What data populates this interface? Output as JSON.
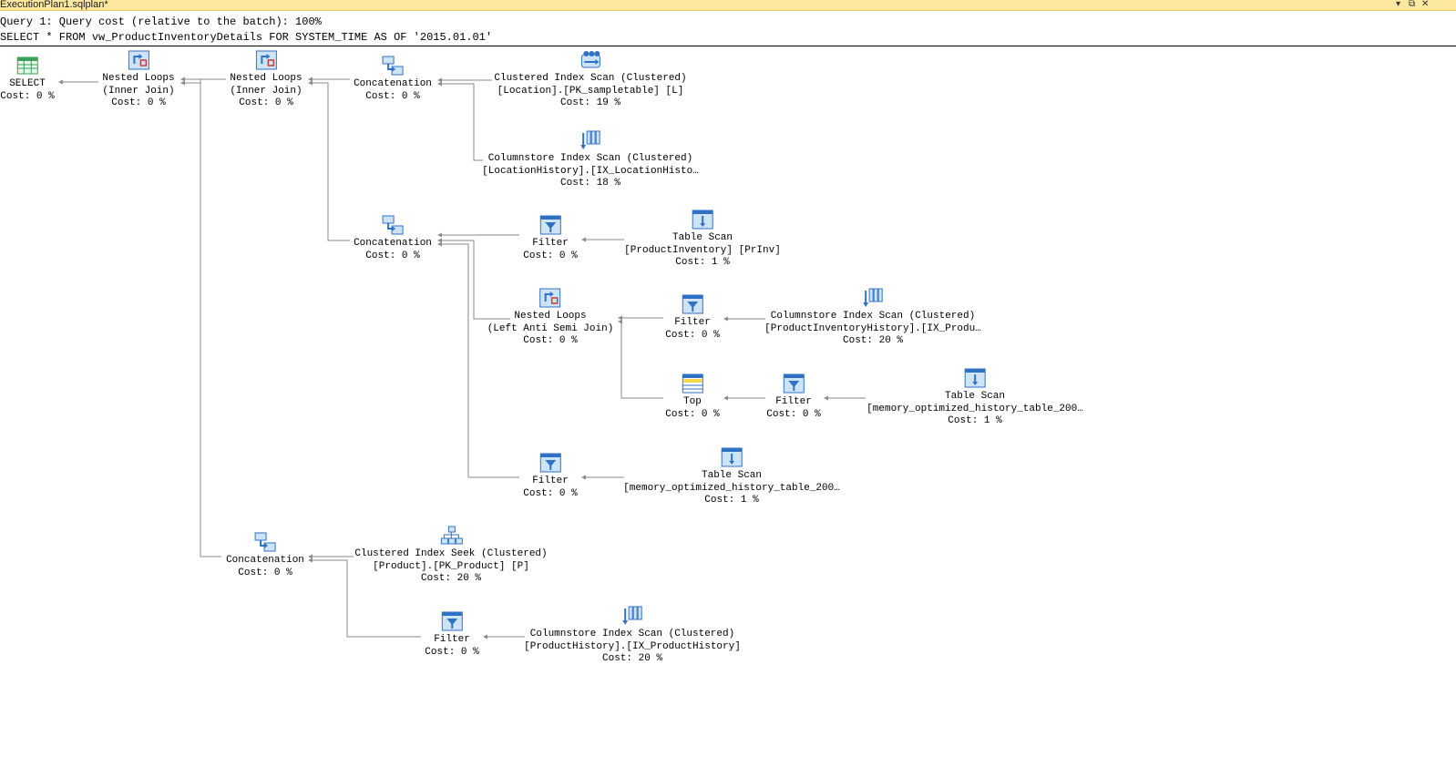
{
  "window": {
    "title": "ExecutionPlan1.sqlplan*",
    "pin_glyph": "▾",
    "float_glyph": "⧉",
    "close_glyph": "✕"
  },
  "query": {
    "cost_line": "Query 1: Query cost (relative to the batch): 100%",
    "sql_line": "SELECT * FROM vw_ProductInventoryDetails FOR SYSTEM_TIME AS OF '2015.01.01'"
  },
  "colors": {
    "icon_blue": "#2f72c4",
    "icon_light": "#cfe3f7",
    "select_green": "#3aa05a",
    "top_yellow": "#f3d94a",
    "edge": "#8a8a8a"
  },
  "nodes": [
    {
      "id": "select",
      "icon": "select-icon",
      "lines": [
        "SELECT",
        "Cost: 0 %"
      ]
    },
    {
      "id": "nl1",
      "icon": "nested-loops-icon",
      "lines": [
        "Nested Loops",
        "(Inner Join)",
        "Cost: 0 %"
      ]
    },
    {
      "id": "nl2",
      "icon": "nested-loops-icon",
      "lines": [
        "Nested Loops",
        "(Inner Join)",
        "Cost: 0 %"
      ]
    },
    {
      "id": "concat1",
      "icon": "concatenation-icon",
      "lines": [
        "Concatenation",
        "Cost: 0 %"
      ]
    },
    {
      "id": "cis1",
      "icon": "clustered-index-scan-icon",
      "lines": [
        "Clustered Index Scan (Clustered)",
        "[Location].[PK_sampletable] [L]",
        "Cost: 19 %"
      ]
    },
    {
      "id": "csi1",
      "icon": "columnstore-index-scan-icon",
      "lines": [
        "Columnstore Index Scan (Clustered)",
        "[LocationHistory].[IX_LocationHisto…",
        "Cost: 18 %"
      ]
    },
    {
      "id": "concat2",
      "icon": "concatenation-icon",
      "lines": [
        "Concatenation",
        "Cost: 0 %"
      ]
    },
    {
      "id": "filter1",
      "icon": "filter-icon",
      "lines": [
        "Filter",
        "Cost: 0 %"
      ]
    },
    {
      "id": "ts1",
      "icon": "table-scan-icon",
      "lines": [
        "Table Scan",
        "[ProductInventory] [PrInv]",
        "Cost: 1 %"
      ]
    },
    {
      "id": "nl3",
      "icon": "nested-loops-icon",
      "lines": [
        "Nested Loops",
        "(Left Anti Semi Join)",
        "Cost: 0 %"
      ]
    },
    {
      "id": "filter2",
      "icon": "filter-icon",
      "lines": [
        "Filter",
        "Cost: 0 %"
      ]
    },
    {
      "id": "csi2",
      "icon": "columnstore-index-scan-icon",
      "lines": [
        "Columnstore Index Scan (Clustered)",
        "[ProductInventoryHistory].[IX_Produ…",
        "Cost: 20 %"
      ]
    },
    {
      "id": "top",
      "icon": "top-icon",
      "lines": [
        "Top",
        "Cost: 0 %"
      ]
    },
    {
      "id": "filter3",
      "icon": "filter-icon",
      "lines": [
        "Filter",
        "Cost: 0 %"
      ]
    },
    {
      "id": "ts2",
      "icon": "table-scan-icon",
      "lines": [
        "Table Scan",
        "[memory_optimized_history_table_200…",
        "Cost: 1 %"
      ]
    },
    {
      "id": "filter4",
      "icon": "filter-icon",
      "lines": [
        "Filter",
        "Cost: 0 %"
      ]
    },
    {
      "id": "ts3",
      "icon": "table-scan-icon",
      "lines": [
        "Table Scan",
        "[memory_optimized_history_table_200…",
        "Cost: 1 %"
      ]
    },
    {
      "id": "concat3",
      "icon": "concatenation-icon",
      "lines": [
        "Concatenation",
        "Cost: 0 %"
      ]
    },
    {
      "id": "cis2",
      "icon": "clustered-index-seek-icon",
      "lines": [
        "Clustered Index Seek (Clustered)",
        "[Product].[PK_Product] [P]",
        "Cost: 20 %"
      ]
    },
    {
      "id": "filter5",
      "icon": "filter-icon",
      "lines": [
        "Filter",
        "Cost: 0 %"
      ]
    },
    {
      "id": "csi3",
      "icon": "columnstore-index-scan-icon",
      "lines": [
        "Columnstore Index Scan (Clustered)",
        "[ProductHistory].[IX_ProductHistory]",
        "Cost: 20 %"
      ]
    }
  ]
}
